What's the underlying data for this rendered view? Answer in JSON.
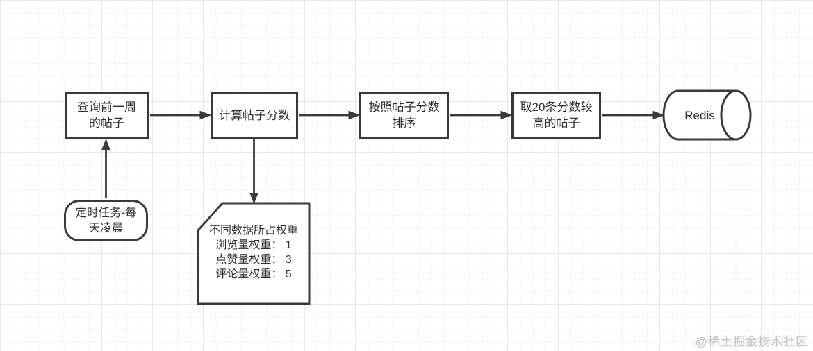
{
  "diagram": {
    "title_hint": "post-scoring scheduled task flowchart",
    "nodes": {
      "query": {
        "shape": "rectangle",
        "label": "查询前一周\n的帖子"
      },
      "calc": {
        "shape": "rectangle",
        "label": "计算帖子分数"
      },
      "sort": {
        "shape": "rectangle",
        "label": "按照帖子分数\n排序"
      },
      "take": {
        "shape": "rectangle",
        "label": "取20条分数较\n高的帖子"
      },
      "redis": {
        "shape": "cylinder",
        "label": "Redis"
      },
      "timer": {
        "shape": "rounded-rectangle",
        "label": "定时任务-每\n天凌晨"
      },
      "note": {
        "shape": "note",
        "lines": [
          "不同数据所占权重",
          "浏览量权重： 1",
          "点赞量权重： 3",
          "评论量权重： 5"
        ]
      }
    },
    "edges": [
      {
        "from": "timer",
        "to": "query",
        "direction": "up"
      },
      {
        "from": "query",
        "to": "calc",
        "direction": "right"
      },
      {
        "from": "calc",
        "to": "sort",
        "direction": "right"
      },
      {
        "from": "sort",
        "to": "take",
        "direction": "right"
      },
      {
        "from": "take",
        "to": "redis",
        "direction": "right"
      },
      {
        "from": "calc",
        "to": "note",
        "direction": "down"
      }
    ],
    "colors": {
      "stroke": "#3a3a3a",
      "node_fill": "#ffffff",
      "grid_minor": "#f5f5f5",
      "grid_major": "#e7e7e7",
      "watermark": "#c6c6c6"
    }
  },
  "watermark": {
    "text": "@稀土掘金技术社区"
  }
}
